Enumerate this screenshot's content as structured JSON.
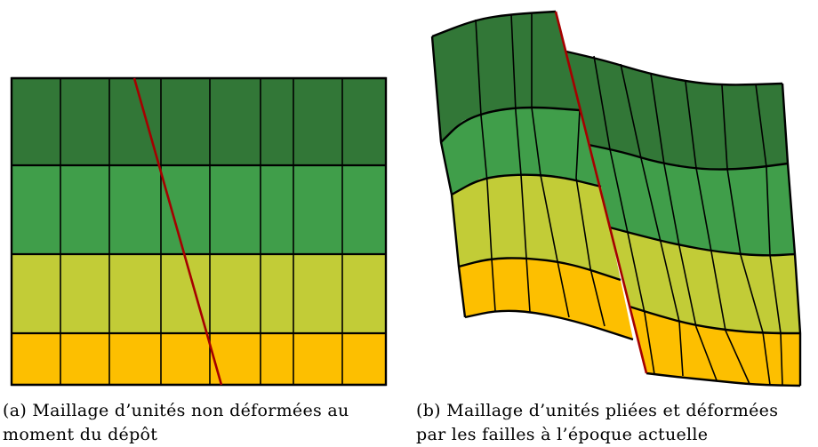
{
  "colors": {
    "layer_top": "#327737",
    "layer_second": "#409e4a",
    "layer_third": "#c2cc37",
    "layer_bottom": "#fdbf00",
    "grid_line": "#000000",
    "fault_line": "#a50000"
  },
  "panel_a": {
    "caption_line1": "(a) Maillage d’unités non déformées au",
    "caption_line2": "moment du dépôt"
  },
  "panel_b": {
    "caption_line1": "(b) Maillage d’unités pliées et déformées",
    "caption_line2": "par les failles à l’époque actuelle"
  }
}
